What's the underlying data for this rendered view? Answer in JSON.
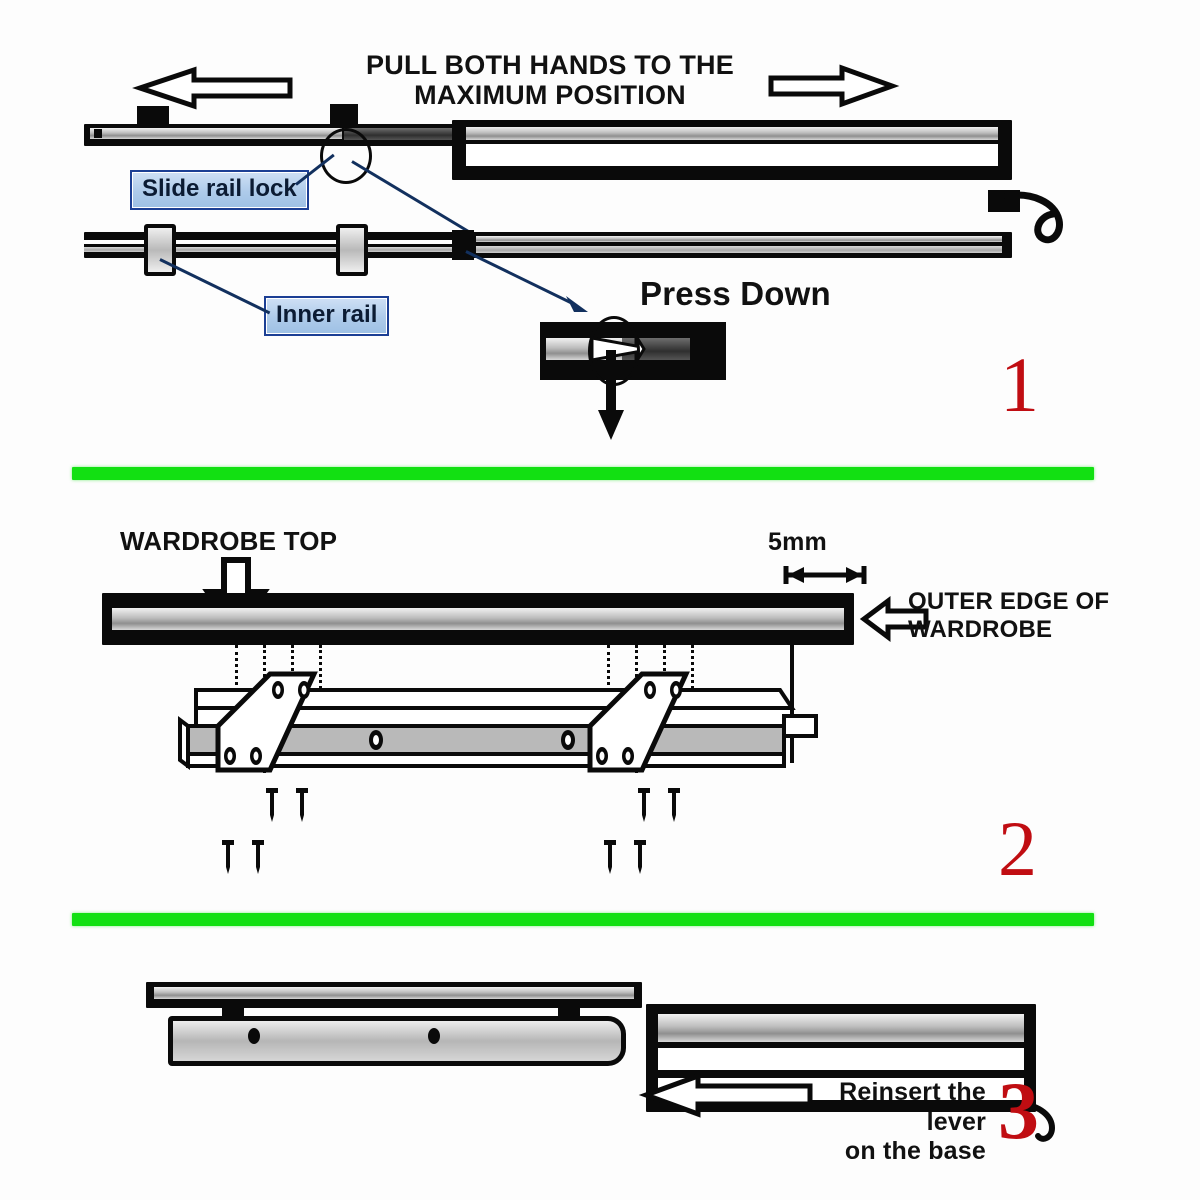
{
  "document": {
    "kind": "assembly-instruction-diagram",
    "subject": "Wardrobe pull-out slide rail installation",
    "steps_total": 3,
    "accent_colors": {
      "divider_green": "#12e012",
      "step_number_red": "#c00d12",
      "callout_blue_fill": "#aecbea",
      "callout_blue_border": "#1c3f94",
      "leader_line_navy": "#12305e"
    }
  },
  "panel1": {
    "number": "1",
    "heading": "PULL BOTH HANDS TO THE\nMAXIMUM POSITION",
    "arrow_left": "arrow-left",
    "arrow_right": "arrow-right",
    "callouts": [
      {
        "id": "slide-rail-lock",
        "label": "Slide rail lock"
      },
      {
        "id": "inner-rail",
        "label": "Inner rail"
      }
    ],
    "press_down_label": "Press Down",
    "down_arrow": "arrow-down",
    "detail_circle": "detail-highlight-circle"
  },
  "panel2": {
    "number": "2",
    "wardrobe_top_label": "WARDROBE TOP",
    "dimension_label": "5mm",
    "outer_edge_label": "OUTER EDGE OF\nWARDROBE",
    "down_arrow": "arrow-down-block",
    "left_arrow": "arrow-left-hollow",
    "dimension_arrow": "double-headed-arrow",
    "bracket_count": 2,
    "screws_per_bracket": 2,
    "screw_rows": 2
  },
  "panel3": {
    "number": "3",
    "instruction": "Reinsert the lever\non the base",
    "left_arrow": "arrow-left-hollow"
  }
}
